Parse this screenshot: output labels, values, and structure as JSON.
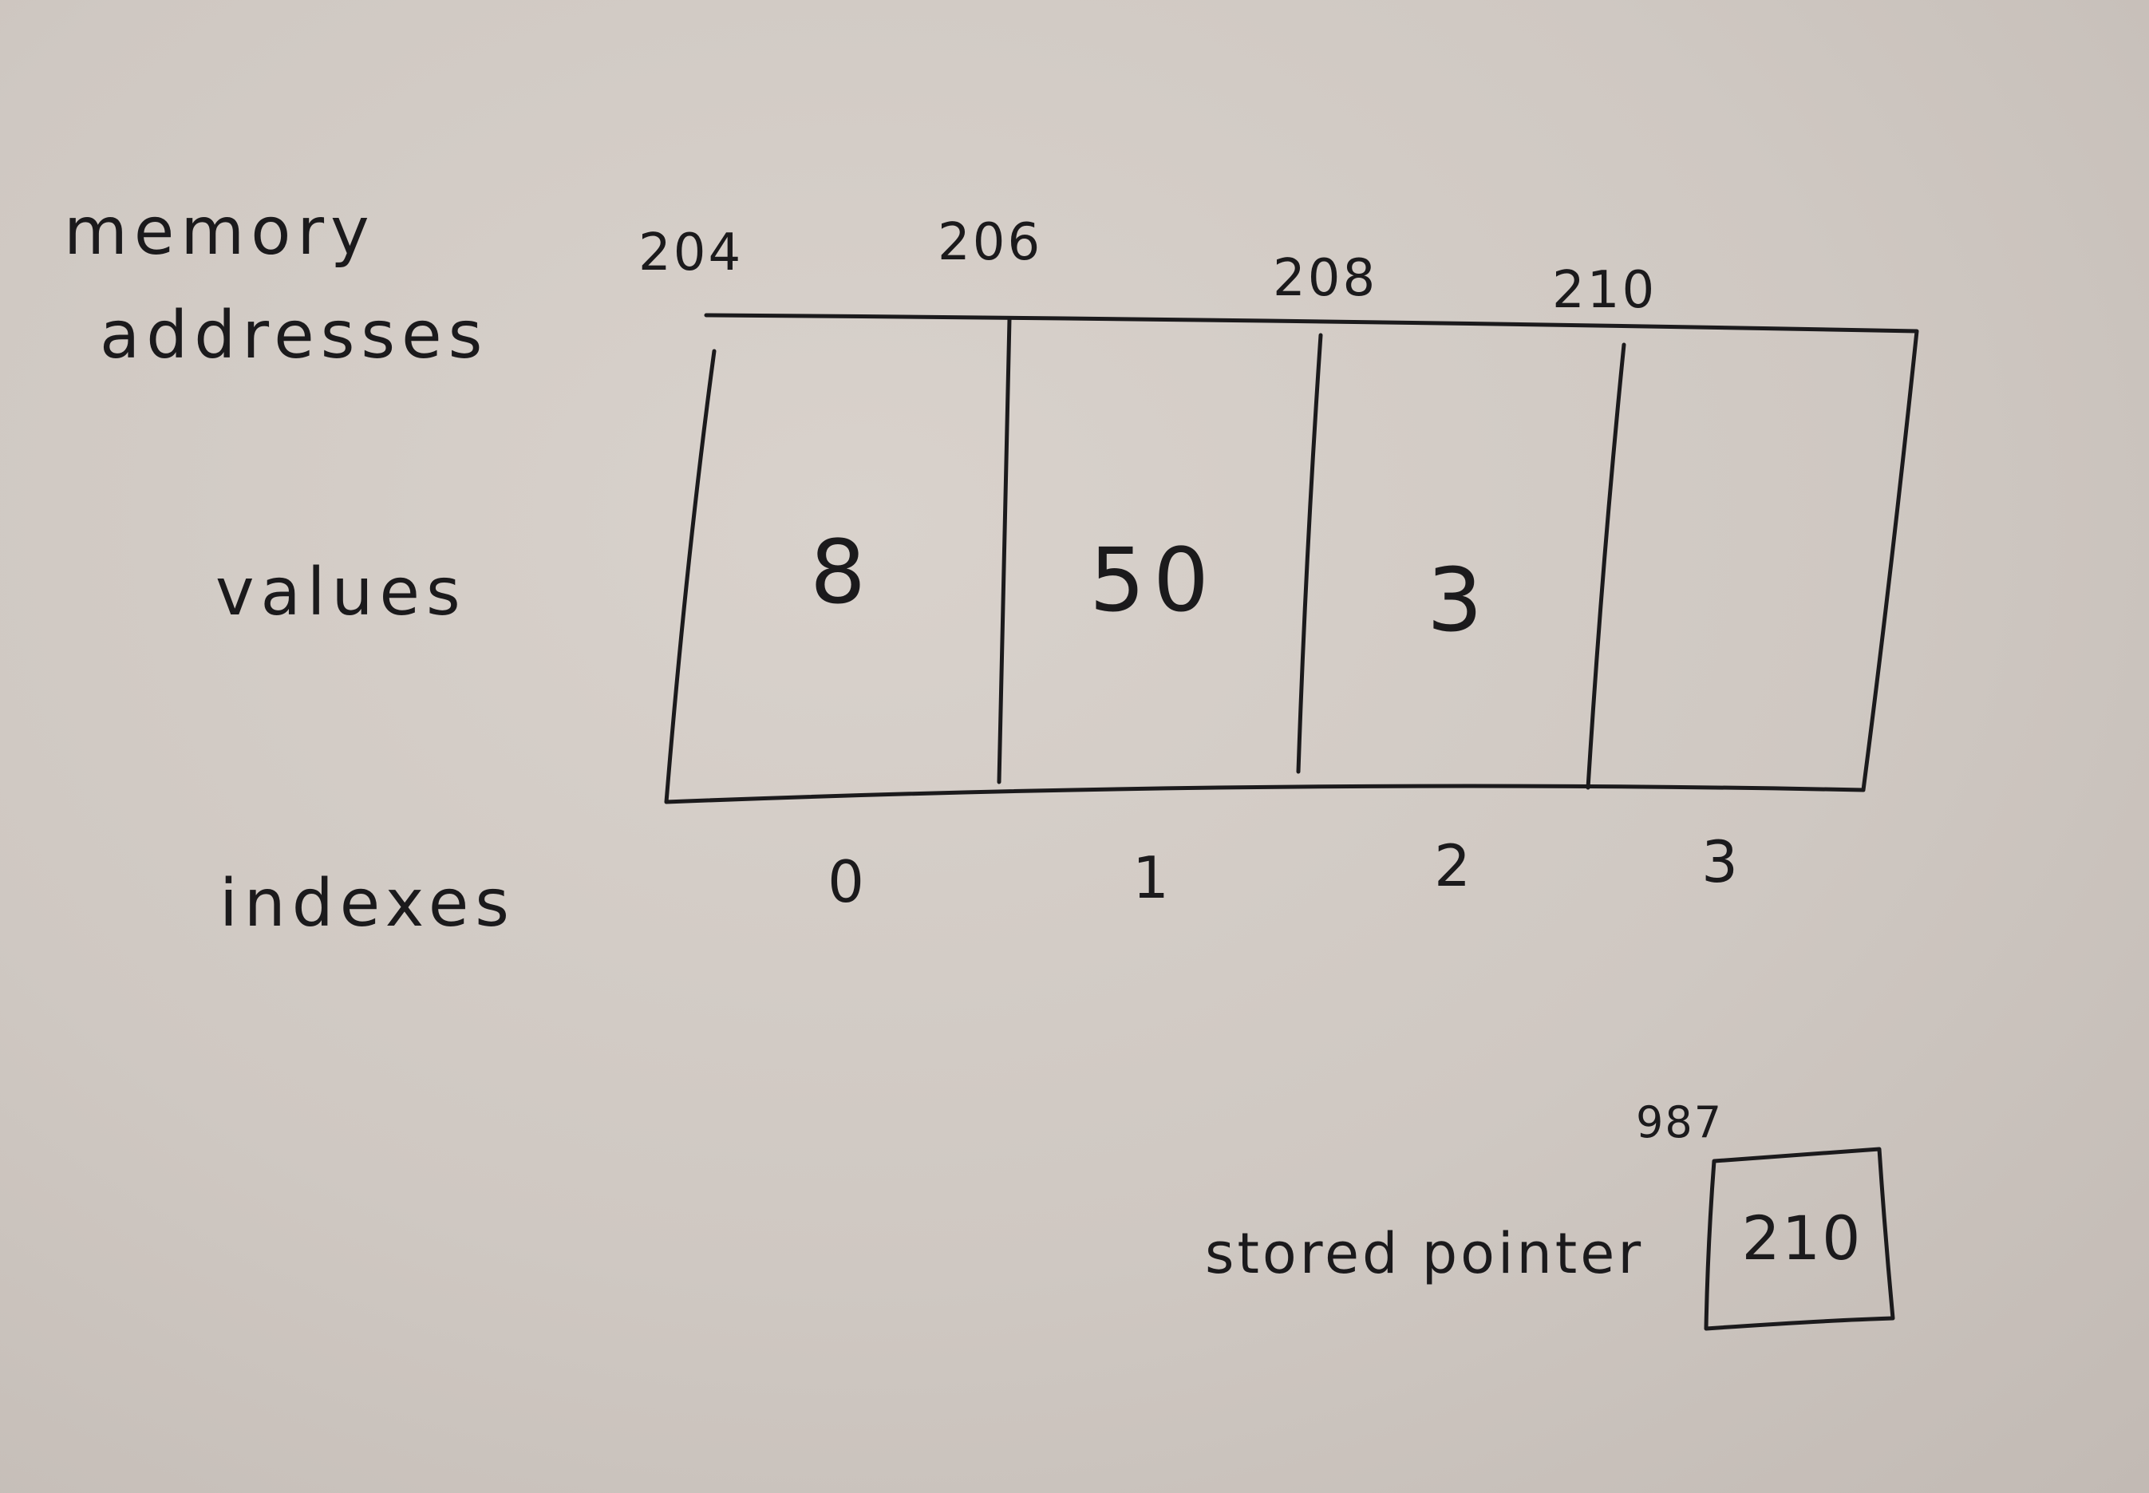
{
  "diagram": {
    "row_labels": {
      "memory_addresses_line1": "memory",
      "memory_addresses_line2": "addresses",
      "values": "values",
      "indexes": "indexes"
    },
    "cells": [
      {
        "address": "204",
        "value": "8",
        "index": "0"
      },
      {
        "address": "206",
        "value": "50",
        "index": "1"
      },
      {
        "address": "208",
        "value": "3",
        "index": "2"
      },
      {
        "address": "210",
        "value": "",
        "index": "3"
      }
    ],
    "pointer": {
      "label": "stored pointer",
      "address": "987",
      "value": "210"
    }
  }
}
